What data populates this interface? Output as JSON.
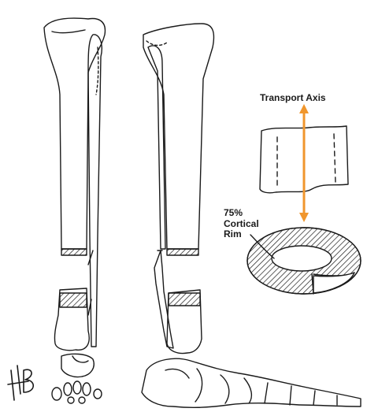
{
  "labels": {
    "transport_axis": "Transport Axis",
    "rim_percent": "75%",
    "rim_line1": "Cortical",
    "rim_line2": "Rim"
  },
  "signature": "HB",
  "colors": {
    "line": "#1a1a1a",
    "arrow": "#f0962d",
    "background": "#ffffff"
  }
}
